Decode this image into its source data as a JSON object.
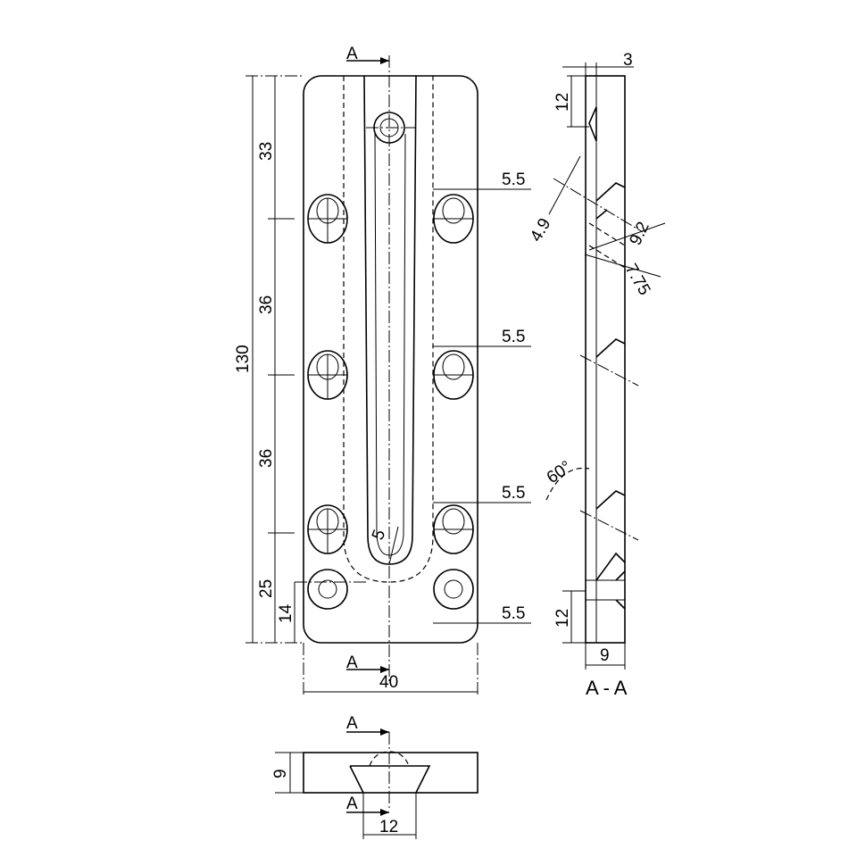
{
  "section_marks": {
    "letter": "A",
    "view_title": "A - A"
  },
  "front_view": {
    "overall_length": "130",
    "spacing_top": "33",
    "spacing_mid_1": "36",
    "spacing_mid_2": "36",
    "spacing_bottom": "25",
    "bottom_hole_offset": "14",
    "width": "40",
    "slot_radius": "5",
    "hole_offsets": [
      "5.5",
      "5.5",
      "5.5",
      "5.5"
    ]
  },
  "side_view": {
    "thickness_top": "3",
    "top_offset": "12",
    "hole_dia_small": "4.9",
    "hole_dia_large": "9.2",
    "hole_depth": "7.75",
    "countersink_angle": "60°",
    "bottom_offset": "12",
    "thickness": "9"
  },
  "bottom_view": {
    "height": "9",
    "countersink_width": "12"
  }
}
